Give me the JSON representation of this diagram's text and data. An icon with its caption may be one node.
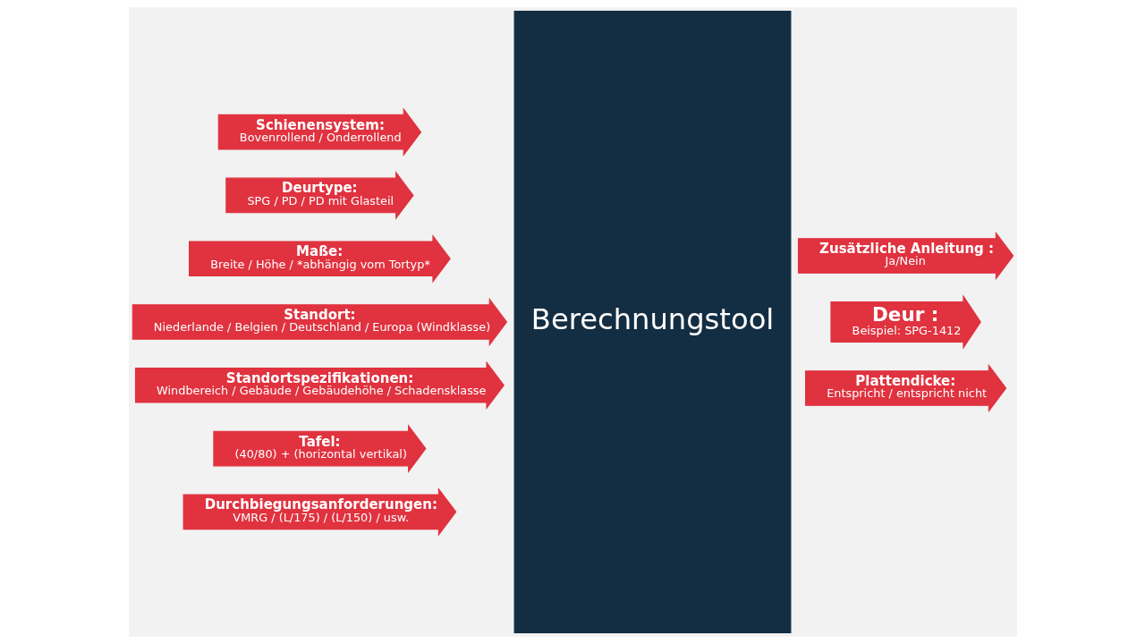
{
  "diagram": {
    "nodes": [
      {
        "text": [
          "Schienensystem:",
          "Bovenrollend / Onderrollend"
        ]
      },
      {
        "text": [
          "Deurtype:",
          "SPG / PD / PD mit Glasteil"
        ]
      },
      {
        "text": [
          "Maße:",
          "Breite / Höhe / *abhängig vom Tortyp*"
        ]
      },
      {
        "text": [
          "Standort:",
          "Niederlande / Belgien / Deutschland / Europa (Windklasse)"
        ]
      },
      {
        "text": [
          "Standortspezifikationen:",
          "Windbereich / Gebäude / Gebäudehöhe / Schadensklasse"
        ]
      },
      {
        "text": [
          "Tafel:",
          "(40/80) + (horizontal vertikal)"
        ]
      },
      {
        "text": [
          "Durchbiegungsanforderungen:",
          "VMRG / (L/175) / (L/150) / usw."
        ]
      },
      {
        "text": [
          "Berechnungstool"
        ]
      },
      {
        "text": [
          "Zusätzliche Anleitung :",
          "Ja/Nein"
        ]
      },
      {
        "text": [
          "Deur :",
          "Beispiel: SPG-1412"
        ]
      },
      {
        "text": [
          "Plattendicke:",
          "Entspricht / entspricht nicht"
        ]
      }
    ]
  }
}
